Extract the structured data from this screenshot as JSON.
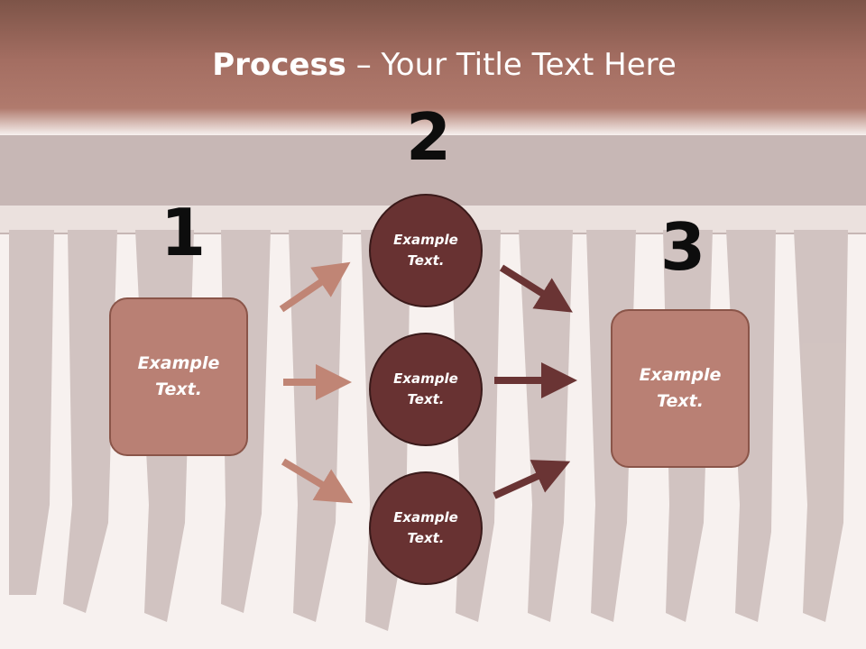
{
  "title": {
    "bold": "Process",
    "rest": " – Your Title Text Here"
  },
  "steps": {
    "one": "1",
    "two": "2",
    "three": "3"
  },
  "boxes": {
    "left": "Example Text.",
    "right": "Example Text."
  },
  "circles": {
    "top": "Example Text.",
    "middle": "Example Text.",
    "bottom": "Example Text."
  },
  "colors": {
    "header": "#a46e62",
    "box_fill": "#b98074",
    "circle_fill": "#683232",
    "arrow_light": "#c08575",
    "arrow_dark": "#6a3434"
  }
}
